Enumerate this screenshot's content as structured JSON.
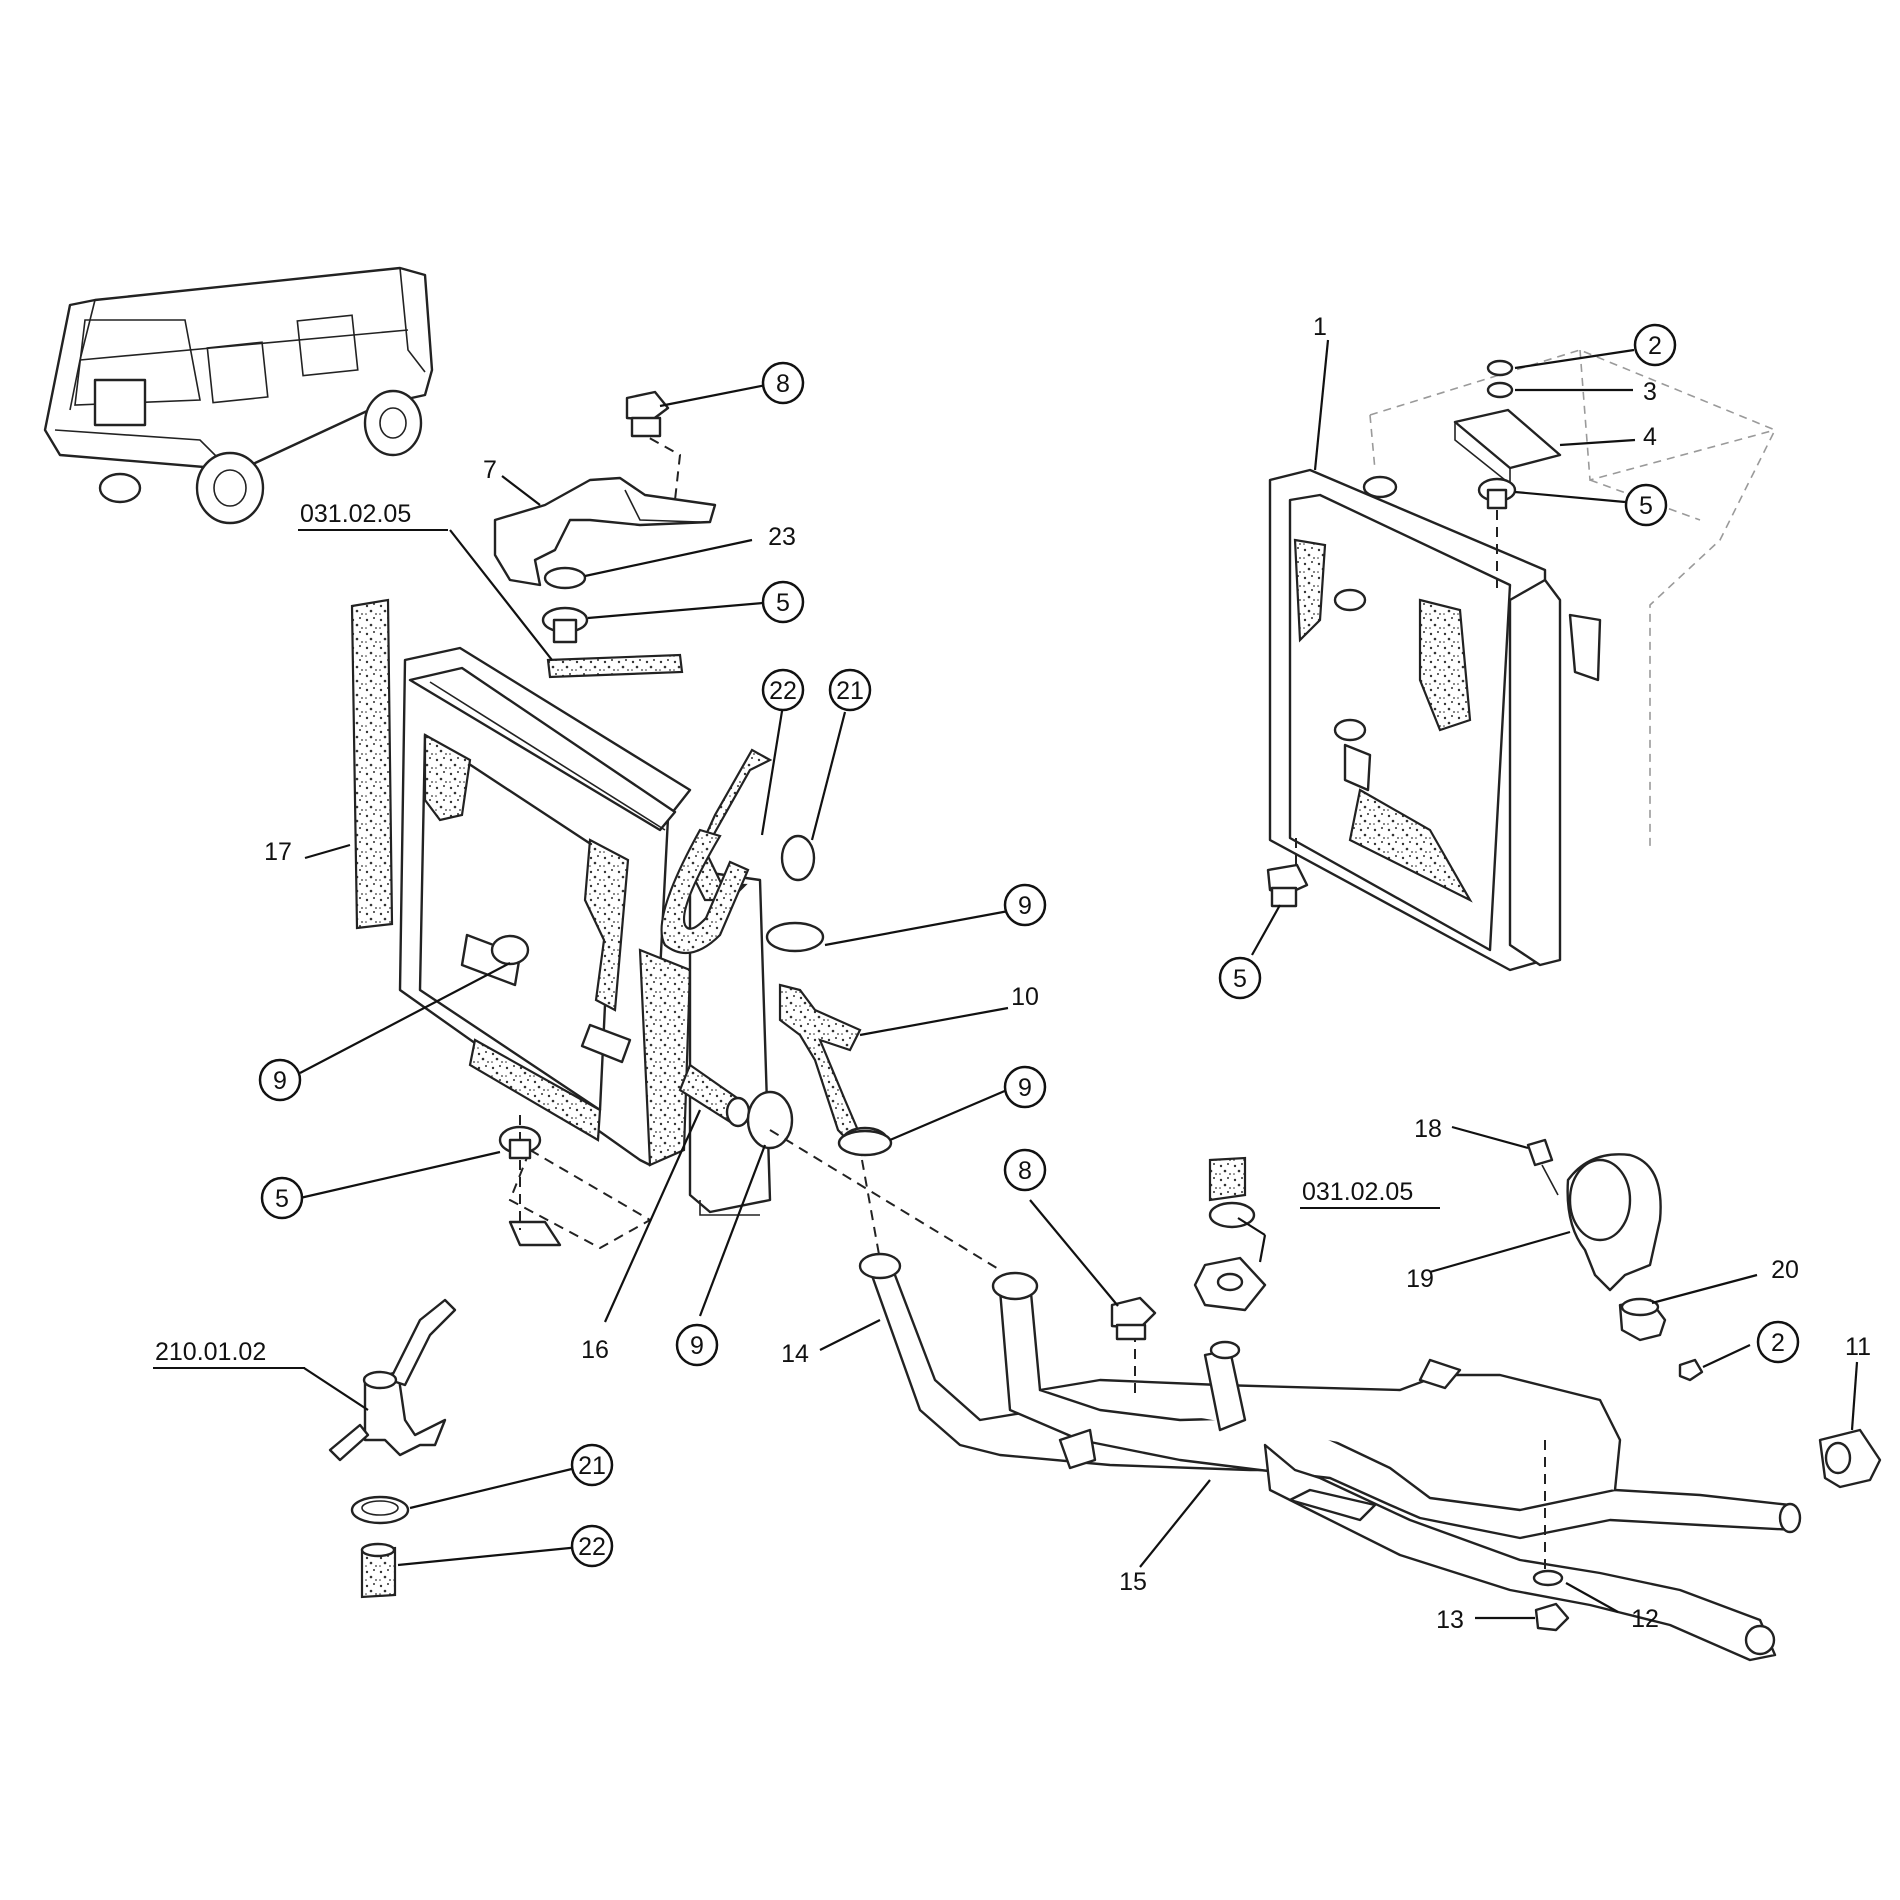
{
  "callouts": {
    "c1": "1",
    "c2a": "2",
    "c2b": "2",
    "c3": "3",
    "c4": "4",
    "c5a": "5",
    "c5b": "5",
    "c5c": "5",
    "c5d": "5",
    "c7": "7",
    "c8a": "8",
    "c8b": "8",
    "c9a": "9",
    "c9b": "9",
    "c9c": "9",
    "c9d": "9",
    "c10": "10",
    "c11": "11",
    "c12": "12",
    "c13": "13",
    "c14": "14",
    "c15": "15",
    "c16": "16",
    "c17": "17",
    "c18": "18",
    "c19": "19",
    "c20": "20",
    "c21a": "21",
    "c21b": "21",
    "c22a": "22",
    "c22b": "22",
    "c23": "23"
  },
  "references": {
    "ref_top": "031.02.05",
    "ref_right": "031.02.05",
    "ref_bottom": "210.01.02"
  }
}
